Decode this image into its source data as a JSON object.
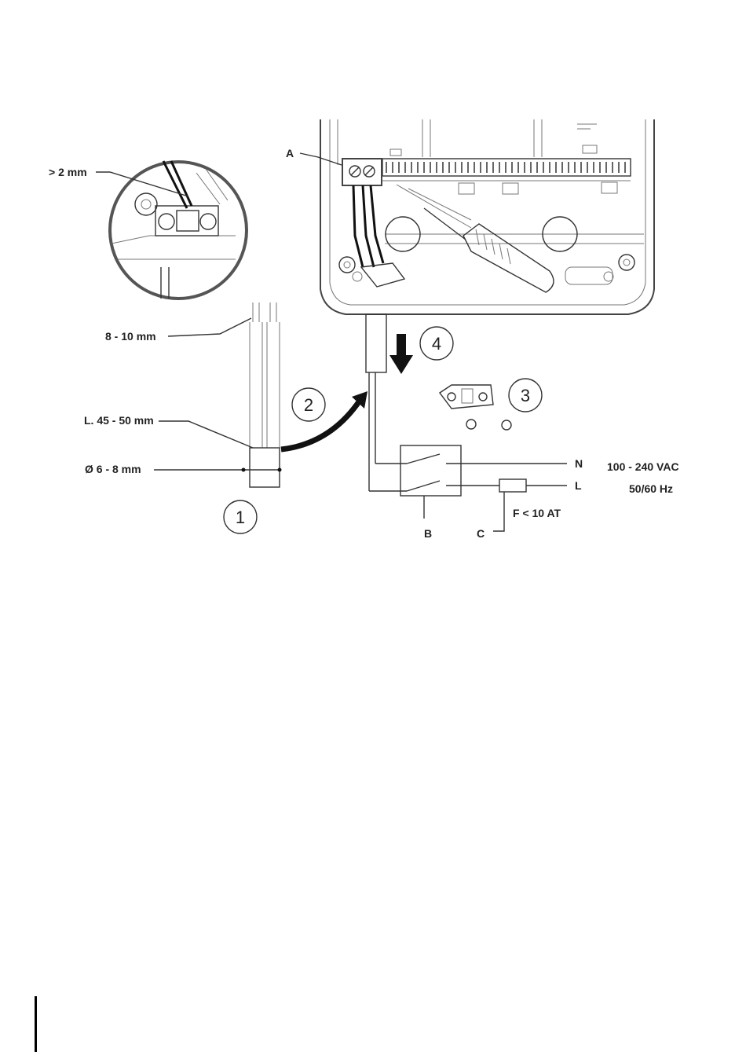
{
  "labels": {
    "strip_gap": "> 2 mm",
    "wire_strip": "8 - 10 mm",
    "sheath_length": "L. 45 - 50 mm",
    "diameter": "Ø 6 - 8 mm",
    "terminal": "A",
    "switch": "B",
    "fuse": "C",
    "neutral": "N",
    "live": "L",
    "voltage": "100 - 240 VAC",
    "frequency": "50/60 Hz",
    "fuse_rating": "F < 10 AT"
  },
  "steps": {
    "one": "1",
    "two": "2",
    "three": "3",
    "four": "4"
  }
}
